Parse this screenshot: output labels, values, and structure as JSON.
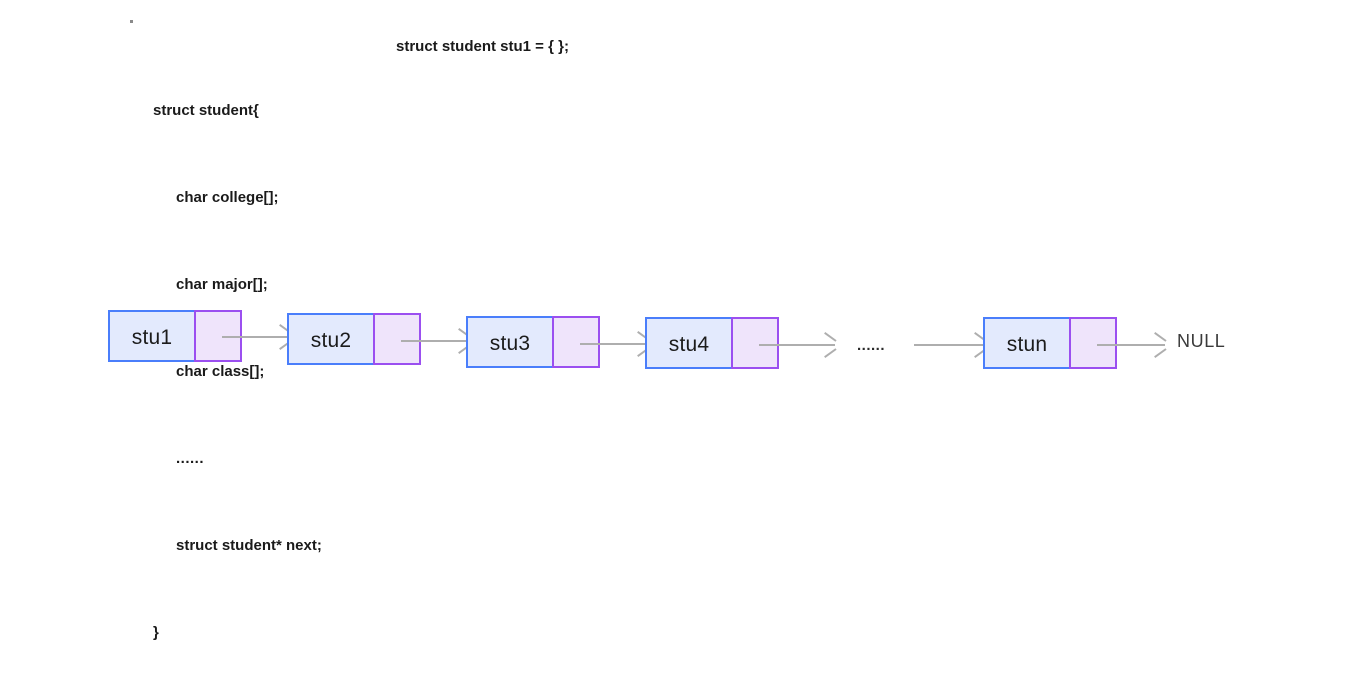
{
  "diagram": {
    "title": "Linked list of struct student nodes",
    "code_block": {
      "lines": [
        "struct student{",
        "char college[];",
        "char major[];",
        "char class[];",
        "......",
        "struct student* next;",
        "}"
      ]
    },
    "declaration": "struct student stu1 = { };",
    "linked_list": {
      "nodes": [
        {
          "label": "stu1"
        },
        {
          "label": "stu2"
        },
        {
          "label": "stu3"
        },
        {
          "label": "stu4"
        },
        {
          "label": "stun"
        }
      ],
      "ellipsis": "......",
      "terminator": "NULL"
    },
    "colors": {
      "data_cell_border": "#4a7efb",
      "data_cell_fill": "#e3eafd",
      "pointer_cell_border": "#9b4ff0",
      "pointer_cell_fill": "#efe4fb",
      "arrow": "#aeaeae",
      "text": "#1a1a1a",
      "background": "#ffffff"
    }
  }
}
